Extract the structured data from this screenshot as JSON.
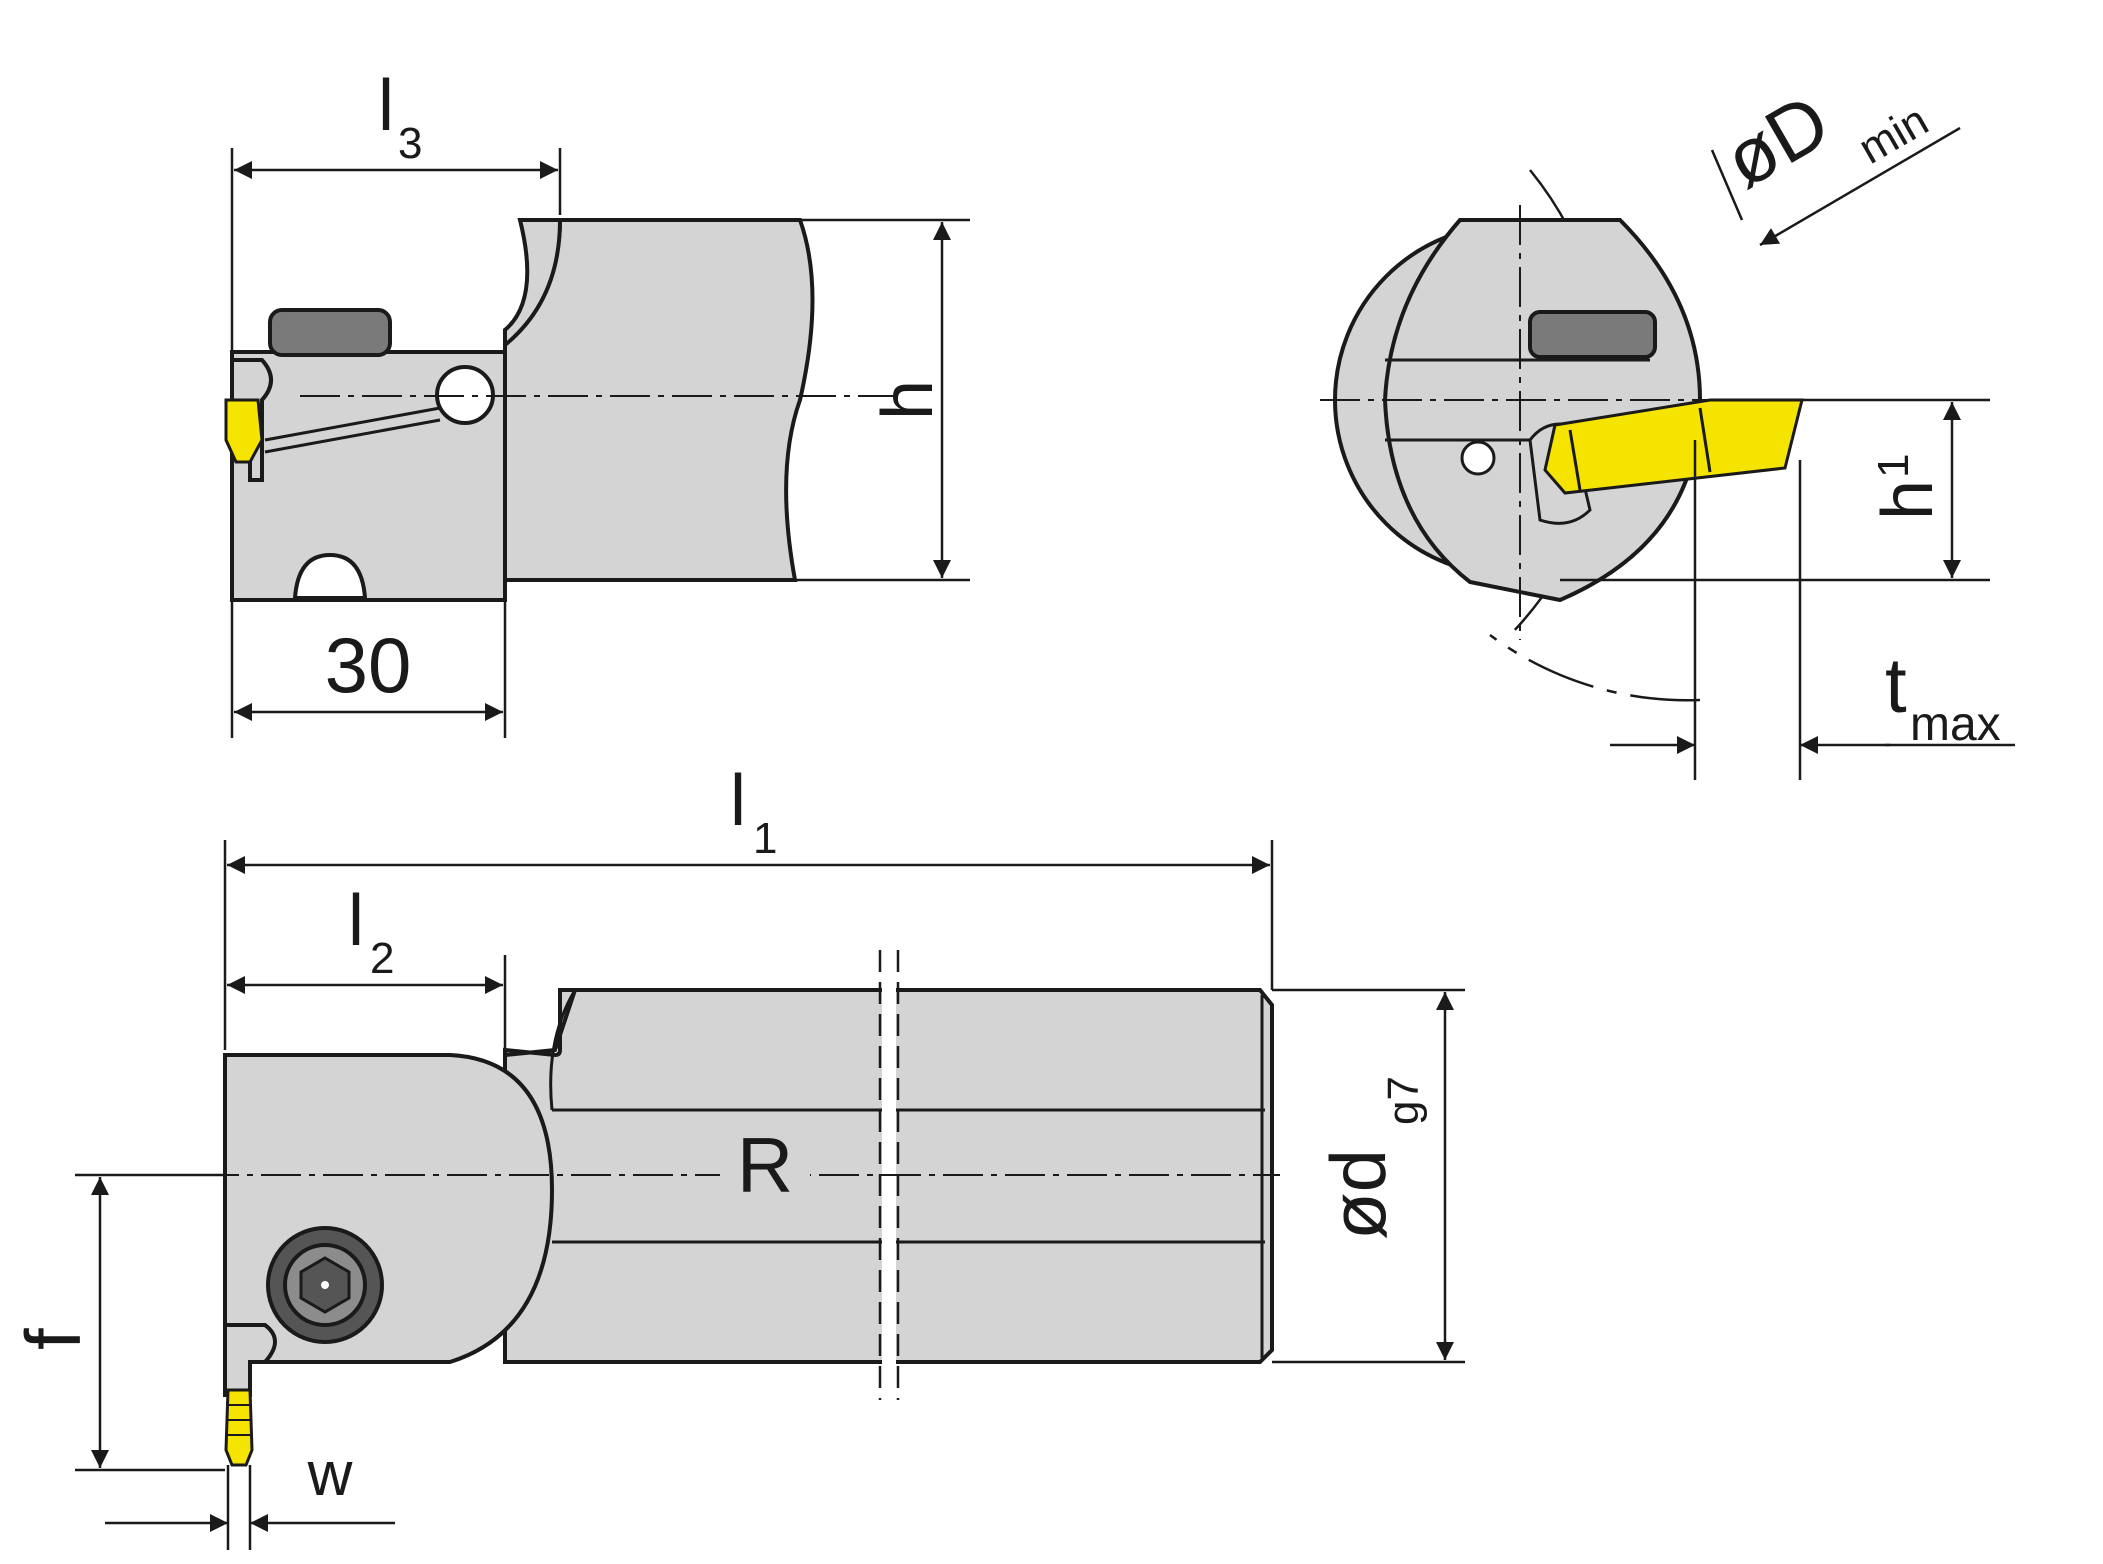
{
  "colors": {
    "steel": "#d4d4d4",
    "line": "#1a1a1a",
    "insert": "#f5e400",
    "clamp": "#7a7a7a",
    "screw": "#555555"
  },
  "labels": {
    "l3_main": "l",
    "l3_sub": "3",
    "h": "h",
    "thirty": "30",
    "dmin_main": "øD",
    "dmin_sub": "min",
    "h1_main": "h",
    "h1_sub": "1",
    "tmax_main": "t",
    "tmax_sub": "max",
    "l1_main": "l",
    "l1_sub": "1",
    "l2_main": "l",
    "l2_sub": "2",
    "r": "R",
    "dg7_main": "ød",
    "dg7_sub": "g7",
    "f": "f",
    "w": "w"
  }
}
